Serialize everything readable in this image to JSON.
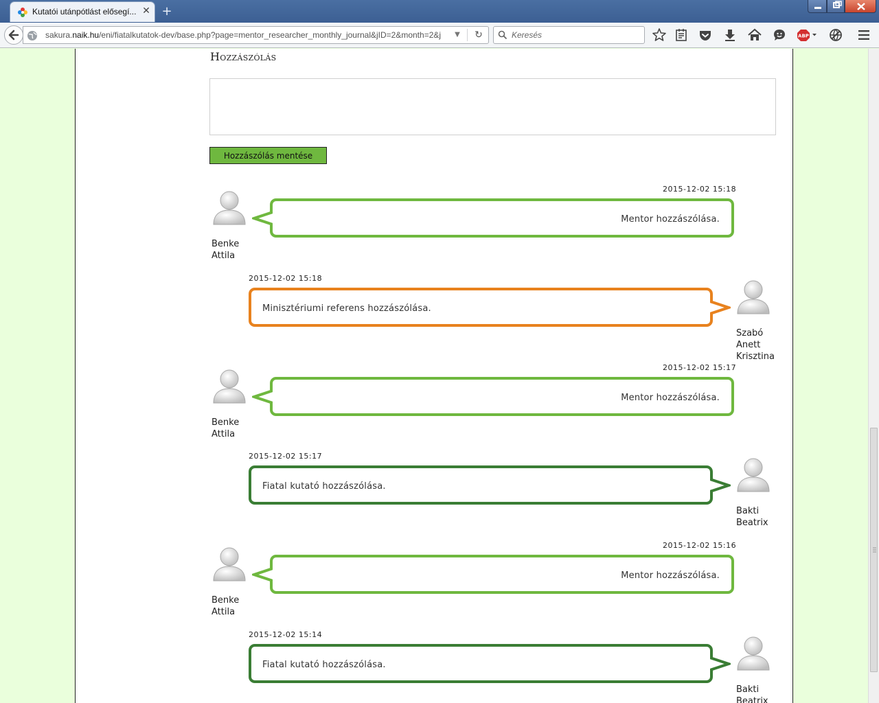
{
  "browser": {
    "tab_title": "Kutatói utánpótlást elősegí...",
    "url_host_prefix": "sakura.",
    "url_host_domain": "naik.hu",
    "url_path": "/eni/fiatalkutatok-dev/base.php?page=mentor_researcher_monthly_journal&jID=2&month=2&j",
    "search_placeholder": "Keresés",
    "adblock_badge": "ABP"
  },
  "page": {
    "section_title": "Hozzászólás",
    "save_button_label": "Hozzászólás mentése"
  },
  "comments": [
    {
      "side": "left",
      "timestamp": "2015-12-02 15:18",
      "author_first": "Benke",
      "author_last": "Attila",
      "author_extra": "",
      "text": "Mentor hozzászólása.",
      "color": "#6fb83f"
    },
    {
      "side": "right",
      "timestamp": "2015-12-02 15:18",
      "author_first": "Szabó",
      "author_last": "Anett",
      "author_extra": "Krisztina",
      "text": "Minisztériumi referens hozzászólása.",
      "color": "#e8821e"
    },
    {
      "side": "left",
      "timestamp": "2015-12-02 15:17",
      "author_first": "Benke",
      "author_last": "Attila",
      "author_extra": "",
      "text": "Mentor hozzászólása.",
      "color": "#6fb83f"
    },
    {
      "side": "right",
      "timestamp": "2015-12-02 15:17",
      "author_first": "Bakti",
      "author_last": "Beatrix",
      "author_extra": "",
      "text": "Fiatal kutató hozzászólása.",
      "color": "#3a7d34"
    },
    {
      "side": "left",
      "timestamp": "2015-12-02 15:16",
      "author_first": "Benke",
      "author_last": "Attila",
      "author_extra": "",
      "text": "Mentor hozzászólása.",
      "color": "#6fb83f"
    },
    {
      "side": "right",
      "timestamp": "2015-12-02 15:14",
      "author_first": "Bakti",
      "author_last": "Beatrix",
      "author_extra": "",
      "text": "Fiatal kutató hozzászólása.",
      "color": "#3a7d34"
    }
  ]
}
